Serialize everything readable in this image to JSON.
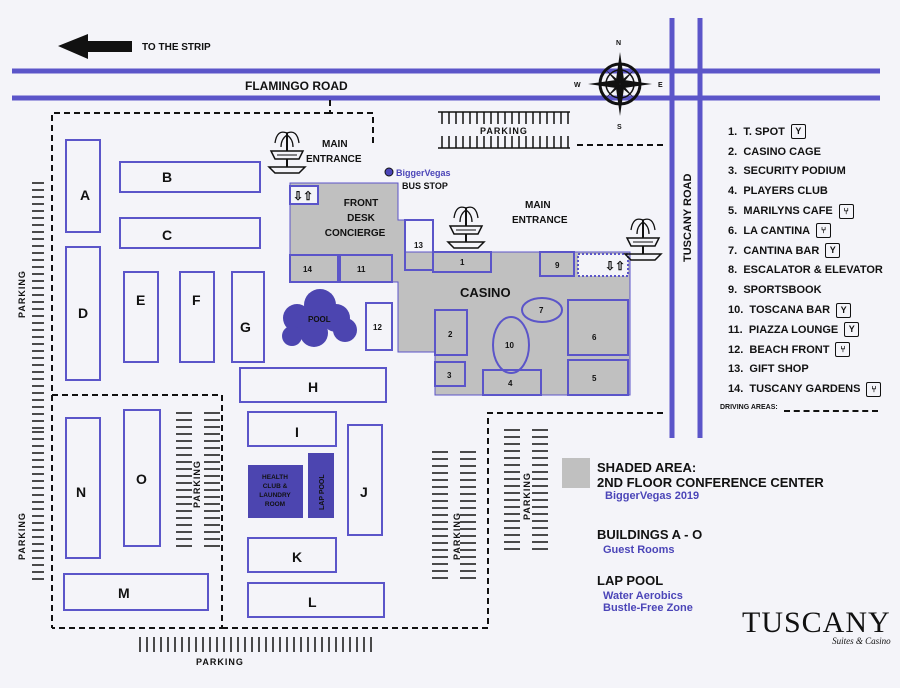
{
  "top_label": "TO THE STRIP",
  "roads": {
    "flamingo": "FLAMINGO ROAD",
    "tuscany": "TUSCANY ROAD"
  },
  "compass": {
    "n": "N",
    "s": "S",
    "e": "E",
    "w": "W"
  },
  "labels": {
    "main_entrance_1": [
      "MAIN",
      "ENTRANCE"
    ],
    "main_entrance_2": [
      "MAIN",
      "ENTRANCE"
    ],
    "front_desk": [
      "FRONT",
      "DESK",
      "CONCIERGE"
    ],
    "bus_stop_brand": "BiggerVegas",
    "bus_stop": "BUS STOP",
    "casino": "CASINO",
    "pool": "POOL",
    "health_club": [
      "HEALTH",
      "CLUB &",
      "LAUNDRY",
      "ROOM"
    ],
    "lap_pool": "LAP POOL",
    "parking": "PARKING"
  },
  "buildings": [
    "A",
    "B",
    "C",
    "D",
    "E",
    "F",
    "G",
    "H",
    "I",
    "J",
    "K",
    "L",
    "M",
    "N",
    "O"
  ],
  "legend": [
    {
      "num": "1.",
      "name": "T. SPOT",
      "icon": "cocktail-icon"
    },
    {
      "num": "2.",
      "name": "CASINO CAGE",
      "icon": ""
    },
    {
      "num": "3.",
      "name": "SECURITY PODIUM",
      "icon": ""
    },
    {
      "num": "4.",
      "name": "PLAYERS CLUB",
      "icon": ""
    },
    {
      "num": "5.",
      "name": "MARILYNS CAFE",
      "icon": "fork-knife-icon"
    },
    {
      "num": "6.",
      "name": "LA CANTINA",
      "icon": "fork-knife-icon"
    },
    {
      "num": "7.",
      "name": "CANTINA BAR",
      "icon": "cocktail-icon"
    },
    {
      "num": "8.",
      "name": "ESCALATOR & ELEVATOR",
      "icon": ""
    },
    {
      "num": "9.",
      "name": "SPORTSBOOK",
      "icon": ""
    },
    {
      "num": "10.",
      "name": "TOSCANA BAR",
      "icon": "cocktail-icon"
    },
    {
      "num": "11.",
      "name": "PIAZZA LOUNGE",
      "icon": "cocktail-icon"
    },
    {
      "num": "12.",
      "name": "BEACH FRONT",
      "icon": "fork-knife-icon"
    },
    {
      "num": "13.",
      "name": "GIFT SHOP",
      "icon": ""
    },
    {
      "num": "14.",
      "name": "TUSCANY GARDENS",
      "icon": "fork-knife-icon"
    }
  ],
  "driving_areas": "DRIVING AREAS:",
  "key": {
    "shaded_head": "SHADED AREA:",
    "shaded_line2": "2ND FLOOR CONFERENCE CENTER",
    "shaded_credit": "BiggerVegas 2019",
    "buildings_head": "BUILDINGS A - O",
    "buildings_sub": "Guest Rooms",
    "lap_head": "LAP POOL",
    "lap_sub1": "Water Aerobics",
    "lap_sub2": "Bustle-Free Zone"
  },
  "brand": {
    "name": "TUSCANY",
    "tagline": "Suites & Casino"
  },
  "colors": {
    "road": "#5b55c9",
    "building": "#5b55c9",
    "shaded": "#c0c0c0",
    "pool": "#4c45b0",
    "bg": "#f4f4f9"
  }
}
